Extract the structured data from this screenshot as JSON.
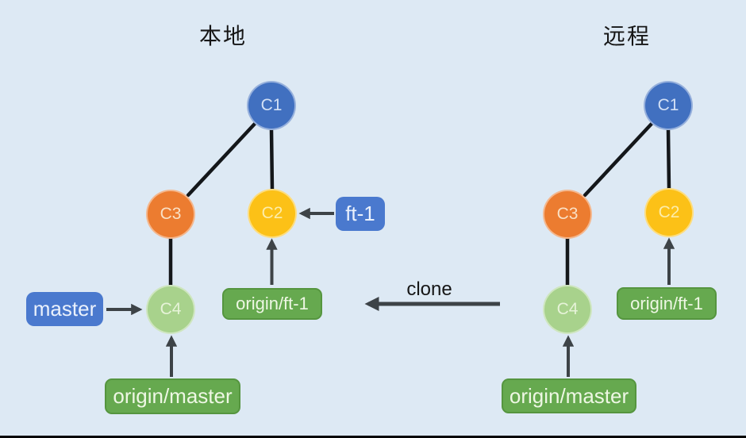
{
  "colors": {
    "bg": "#dde9f4",
    "circleBlue": "#4170c0",
    "badgeBlue": "#4a79ce",
    "orange": "#ec7c30",
    "yellow": "#fcc117",
    "lightGreen": "#a8d28c",
    "green": "#66a94f",
    "greenBorder": "#55953f",
    "treeLine": "#14171a",
    "arrow": "#3d4347",
    "ink": "#161616"
  },
  "sections": {
    "local": {
      "title": "本地",
      "commits": {
        "c1": "C1",
        "c2": "C2",
        "c3": "C3",
        "c4": "C4"
      },
      "branches": {
        "master": "master",
        "ft1": "ft-1"
      },
      "remote_refs": {
        "origin_ft1": "origin/ft-1",
        "origin_master": "origin/master"
      }
    },
    "remote": {
      "title": "远程",
      "commits": {
        "c1": "C1",
        "c2": "C2",
        "c3": "C3",
        "c4": "C4"
      },
      "remote_refs": {
        "origin_ft1": "origin/ft-1",
        "origin_master": "origin/master"
      }
    }
  },
  "clone_label": "clone"
}
